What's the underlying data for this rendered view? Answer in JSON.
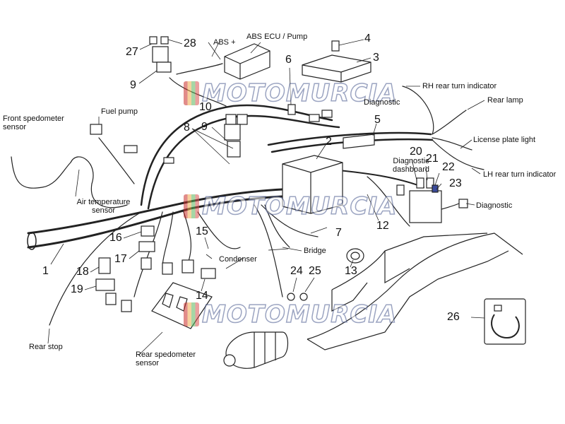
{
  "diagram": {
    "watermark": "MOTOMURCIA",
    "part_numbers": [
      "1",
      "2",
      "3",
      "4",
      "5",
      "6",
      "7",
      "8",
      "9",
      "9",
      "10",
      "12",
      "13",
      "14",
      "15",
      "16",
      "17",
      "18",
      "19",
      "20",
      "21",
      "22",
      "23",
      "24",
      "25",
      "26",
      "27",
      "28"
    ],
    "labels": {
      "abs_plus": "ABS +",
      "abs_ecu": "ABS ECU / Pump",
      "front_speedo": "Front spedometer sensor",
      "fuel_pump": "Fuel pump",
      "diagnostic_top": "Diagnostic",
      "rh_rear_turn": "RH rear turn indicator",
      "rear_lamp": "Rear lamp",
      "license_plate": "License plate light",
      "lh_rear_turn": "LH rear turn indicator",
      "diagnostic_dashboard": "Diagnostic dashboard",
      "diagnostic_right": "Diagnostic",
      "air_temp": "Air temperature sensor",
      "condenser": "Condenser",
      "bridge": "Bridge",
      "rear_stop": "Rear stop",
      "rear_speedo": "Rear spedometer sensor"
    }
  }
}
